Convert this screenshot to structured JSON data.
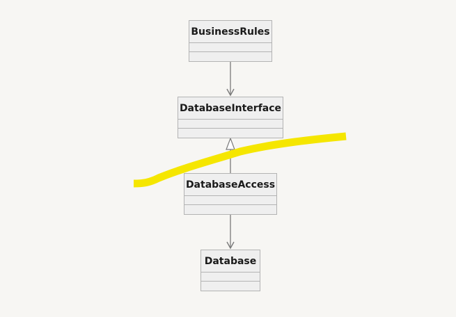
{
  "diagram": {
    "classes": [
      {
        "id": "business-rules",
        "name": "BusinessRules"
      },
      {
        "id": "database-interface",
        "name": "DatabaseInterface"
      },
      {
        "id": "database-access",
        "name": "DatabaseAccess"
      },
      {
        "id": "database",
        "name": "Database"
      }
    ],
    "relations": [
      {
        "from": "BusinessRules",
        "to": "DatabaseInterface",
        "kind": "dependency"
      },
      {
        "from": "DatabaseAccess",
        "to": "DatabaseInterface",
        "kind": "realization"
      },
      {
        "from": "DatabaseAccess",
        "to": "Database",
        "kind": "dependency"
      }
    ],
    "colors": {
      "background": "#f7f6f3",
      "class_fill": "#efefef",
      "class_border": "#b3b3b3",
      "arrow": "#7a7a7a",
      "highlighter": "#f5e600"
    }
  }
}
